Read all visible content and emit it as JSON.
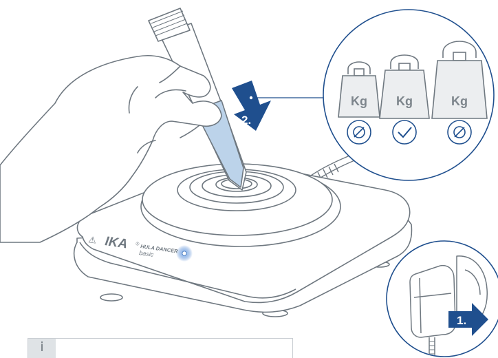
{
  "product": {
    "brand": "IKA",
    "model_name": "HULA DANCER",
    "model_variant": "basic",
    "registered_mark": "®",
    "warning_symbol": "⚠"
  },
  "steps": {
    "step1_label": "1.",
    "step2_label": "2."
  },
  "weights": {
    "unit_label": "Kg",
    "items": [
      {
        "label": "Kg",
        "status": "not-allowed",
        "status_icon": "prohibited-icon"
      },
      {
        "label": "Kg",
        "status": "allowed",
        "status_icon": "checkmark-icon"
      },
      {
        "label": "Kg",
        "status": "not-allowed",
        "status_icon": "prohibited-icon"
      }
    ]
  },
  "info": {
    "icon": "info-icon",
    "glyph": "i",
    "text": ""
  },
  "colors": {
    "accent_blue": "#1f4f8e",
    "outline": "#6f7880",
    "tube_fill": "#bcd3ea",
    "led_glow": "#5d8fd6",
    "weight_fill": "#eceef0",
    "info_tab": "#dfe3e6"
  }
}
